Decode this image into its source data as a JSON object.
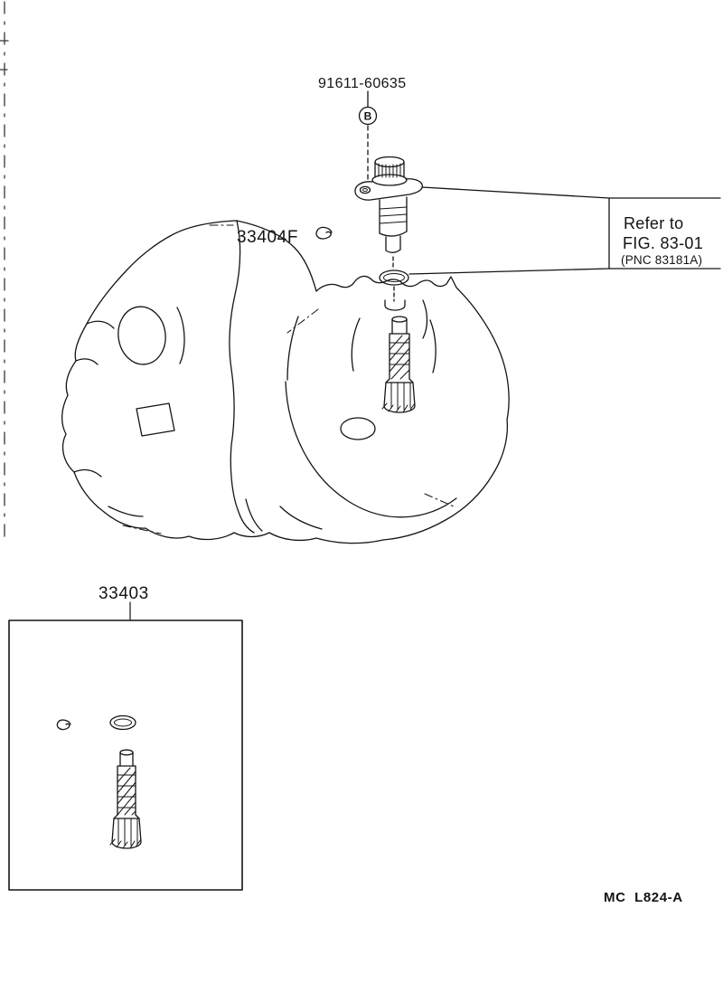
{
  "page": {
    "background": "#ffffff",
    "ink": "#141414"
  },
  "callouts": {
    "bolt": {
      "part_number": "91611-60635",
      "marker": "B"
    },
    "clip": {
      "part_number": "33404F"
    },
    "kit": {
      "part_number": "33403"
    },
    "reference": {
      "line1": "Refer to",
      "line2": "FIG. 83-01",
      "line3": "(PNC 83181A)"
    }
  },
  "footer": {
    "doc_code": "MC  L824-A"
  }
}
